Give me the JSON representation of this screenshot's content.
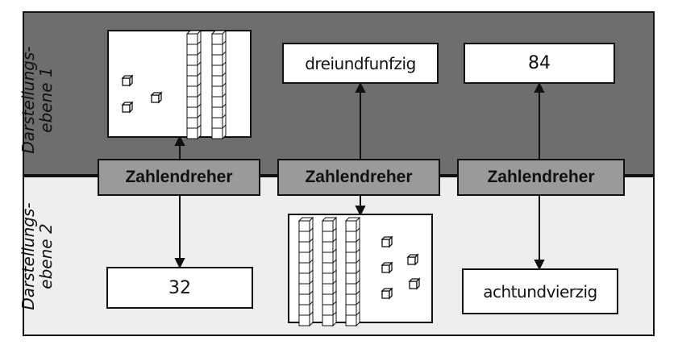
{
  "levels": {
    "upper": {
      "line1": "Darstellungs-",
      "line2": "ebene 1",
      "color": "#6e6e6e"
    },
    "lower": {
      "line1": "Darstellungs-",
      "line2": "ebene 2",
      "color": "#eeeeee"
    }
  },
  "converter_label": "Zahlendreher",
  "columns": [
    {
      "top": {
        "kind": "blocks",
        "rods": 2,
        "units": 3
      },
      "bottom": {
        "kind": "number",
        "text": "32"
      }
    },
    {
      "top": {
        "kind": "word",
        "text": "dreiundfunfzig"
      },
      "bottom": {
        "kind": "blocks",
        "rods": 3,
        "units": 5
      }
    },
    {
      "top": {
        "kind": "number",
        "text": "84"
      },
      "bottom": {
        "kind": "word",
        "text": "achtundvierzig"
      }
    }
  ]
}
